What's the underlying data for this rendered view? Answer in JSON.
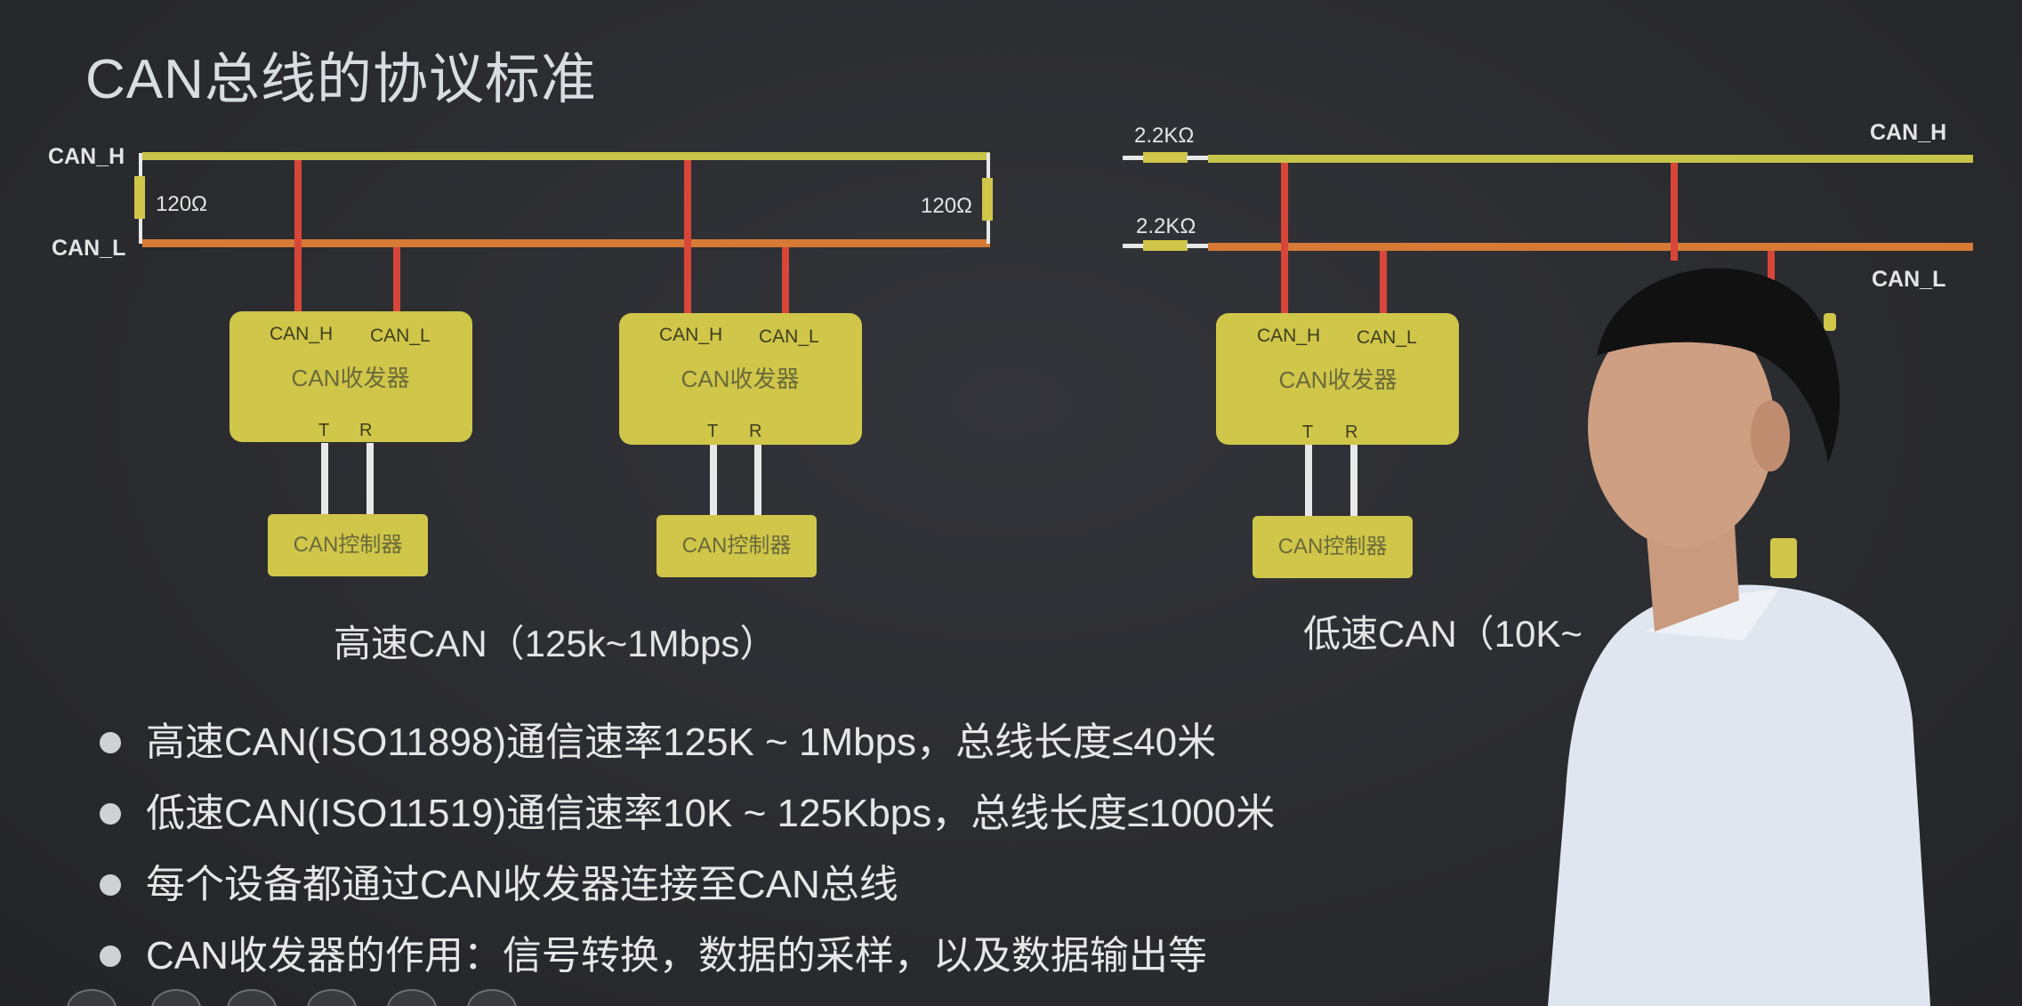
{
  "slide": {
    "title": "CAN总线的协议标准"
  },
  "high_speed": {
    "can_h_label": "CAN_H",
    "can_l_label": "CAN_L",
    "resistor_left": "120Ω",
    "resistor_right": "120Ω",
    "caption": "高速CAN（125k~1Mbps）",
    "nodes": [
      {
        "pin_h": "CAN_H",
        "pin_l": "CAN_L",
        "transceiver": "CAN收发器",
        "pin_t": "T",
        "pin_r": "R",
        "controller": "CAN控制器"
      },
      {
        "pin_h": "CAN_H",
        "pin_l": "CAN_L",
        "transceiver": "CAN收发器",
        "pin_t": "T",
        "pin_r": "R",
        "controller": "CAN控制器"
      }
    ]
  },
  "low_speed": {
    "resistor_top": "2.2KΩ",
    "resistor_bottom": "2.2KΩ",
    "can_h_label": "CAN_H",
    "can_l_label": "CAN_L",
    "caption": "低速CAN（10K~",
    "nodes": [
      {
        "pin_h": "CAN_H",
        "pin_l": "CAN_L",
        "transceiver": "CAN收发器",
        "pin_t": "T",
        "pin_r": "R",
        "controller": "CAN控制器"
      }
    ]
  },
  "bullets": [
    "高速CAN(ISO11898)通信速率125K ~ 1Mbps，总线长度≤40米",
    "低速CAN(ISO11519)通信速率10K ~ 125Kbps，总线长度≤1000米",
    "每个设备都通过CAN收发器连接至CAN总线",
    "CAN收发器的作用：信号转换，数据的采样，以及数据输出等"
  ],
  "colors": {
    "can_h_line": "#c8c44a",
    "can_l_line": "#d67a35",
    "stub_red": "#d8463a",
    "box_fill": "#cfc64a",
    "box_text": "#4a4a20",
    "wire_white": "#e8e8e8"
  }
}
